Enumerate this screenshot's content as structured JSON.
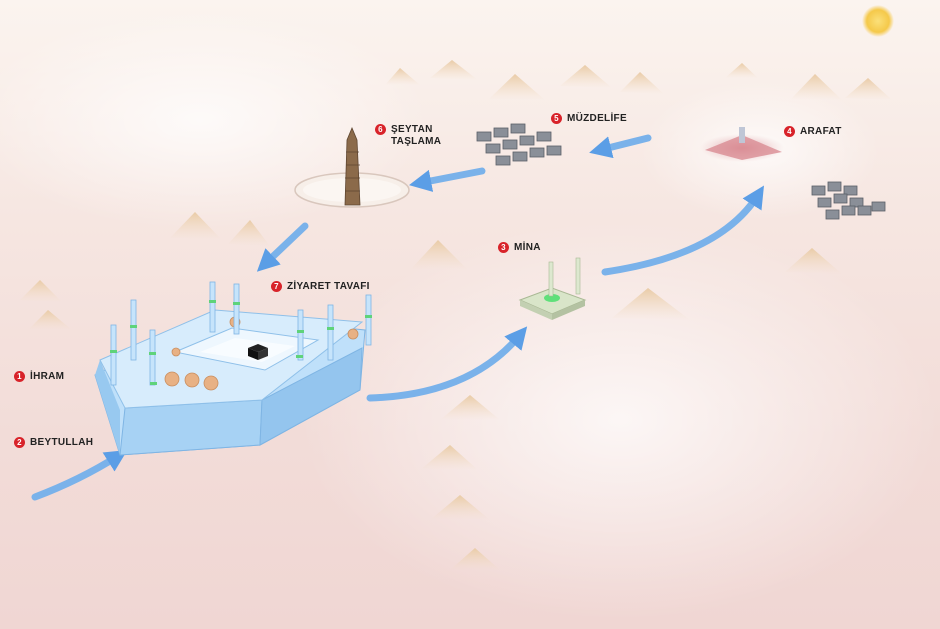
{
  "steps": [
    {
      "number": "1",
      "label": "İHRAM"
    },
    {
      "number": "2",
      "label": "BEYTULLAH"
    },
    {
      "number": "3",
      "label": "MİNA"
    },
    {
      "number": "4",
      "label": "ARAFAT"
    },
    {
      "number": "5",
      "label": "MÜZDELİFE"
    },
    {
      "number": "6",
      "label": "ŞEYTAN\nTAŞLAMA"
    },
    {
      "number": "7",
      "label": "ZİYARET TAVAFI"
    }
  ],
  "colors": {
    "marker": "#d8232a",
    "arrow": "#6aa8e8",
    "mosque": "#a9d4f5",
    "dome": "#e8b184",
    "minaret_ring": "#5fd37a",
    "dune": "#e6c6a4",
    "sun": "#f8d25a"
  },
  "icons": [
    "sun-icon",
    "mosque-icon",
    "kaaba-icon",
    "tent-icon",
    "pillar-icon",
    "arafat-mount-icon"
  ]
}
